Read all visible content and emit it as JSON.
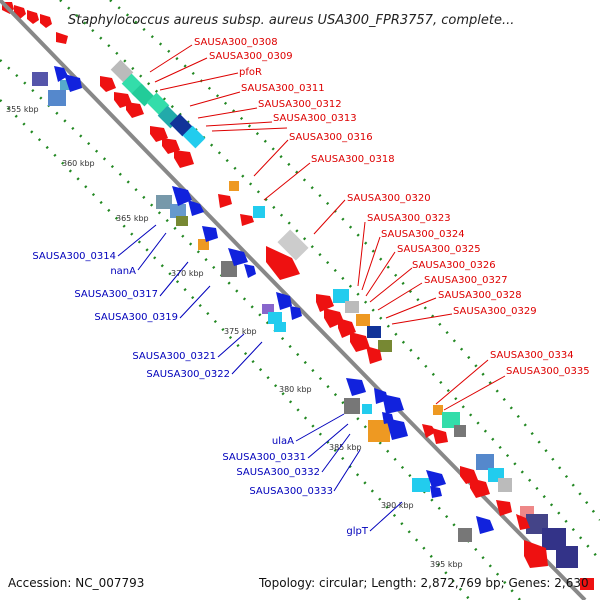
{
  "title": "Staphylococcus aureus subsp. aureus USA300_FPR3757, complete...",
  "footer": {
    "accession": "Accession: NC_007793",
    "summary": "Topology: circular; Length: 2,872,769 bp; Genes: 2,630"
  },
  "kbp_labels": [
    "355 kbp",
    "360 kbp",
    "365 kbp",
    "370 kbp",
    "375 kbp",
    "380 kbp",
    "385 kbp",
    "390 kbp",
    "395 kbp"
  ],
  "colors": {
    "forward_label": "#dd0000",
    "reverse_label": "#0000bb",
    "backbone": "#888888",
    "gc_dots": "#228822"
  },
  "forward_genes": [
    "SAUSA300_0308",
    "SAUSA300_0309",
    "pfoR",
    "SAUSA300_0311",
    "SAUSA300_0312",
    "SAUSA300_0313",
    "SAUSA300_0316",
    "SAUSA300_0318",
    "SAUSA300_0320",
    "SAUSA300_0323",
    "SAUSA300_0324",
    "SAUSA300_0325",
    "SAUSA300_0326",
    "SAUSA300_0327",
    "SAUSA300_0328",
    "SAUSA300_0329",
    "SAUSA300_0334",
    "SAUSA300_0335"
  ],
  "reverse_genes": [
    "SAUSA300_0314",
    "nanA",
    "SAUSA300_0317",
    "SAUSA300_0319",
    "SAUSA300_0321",
    "SAUSA300_0322",
    "ulaA",
    "SAUSA300_0331",
    "SAUSA300_0332",
    "SAUSA300_0333",
    "glpT"
  ]
}
